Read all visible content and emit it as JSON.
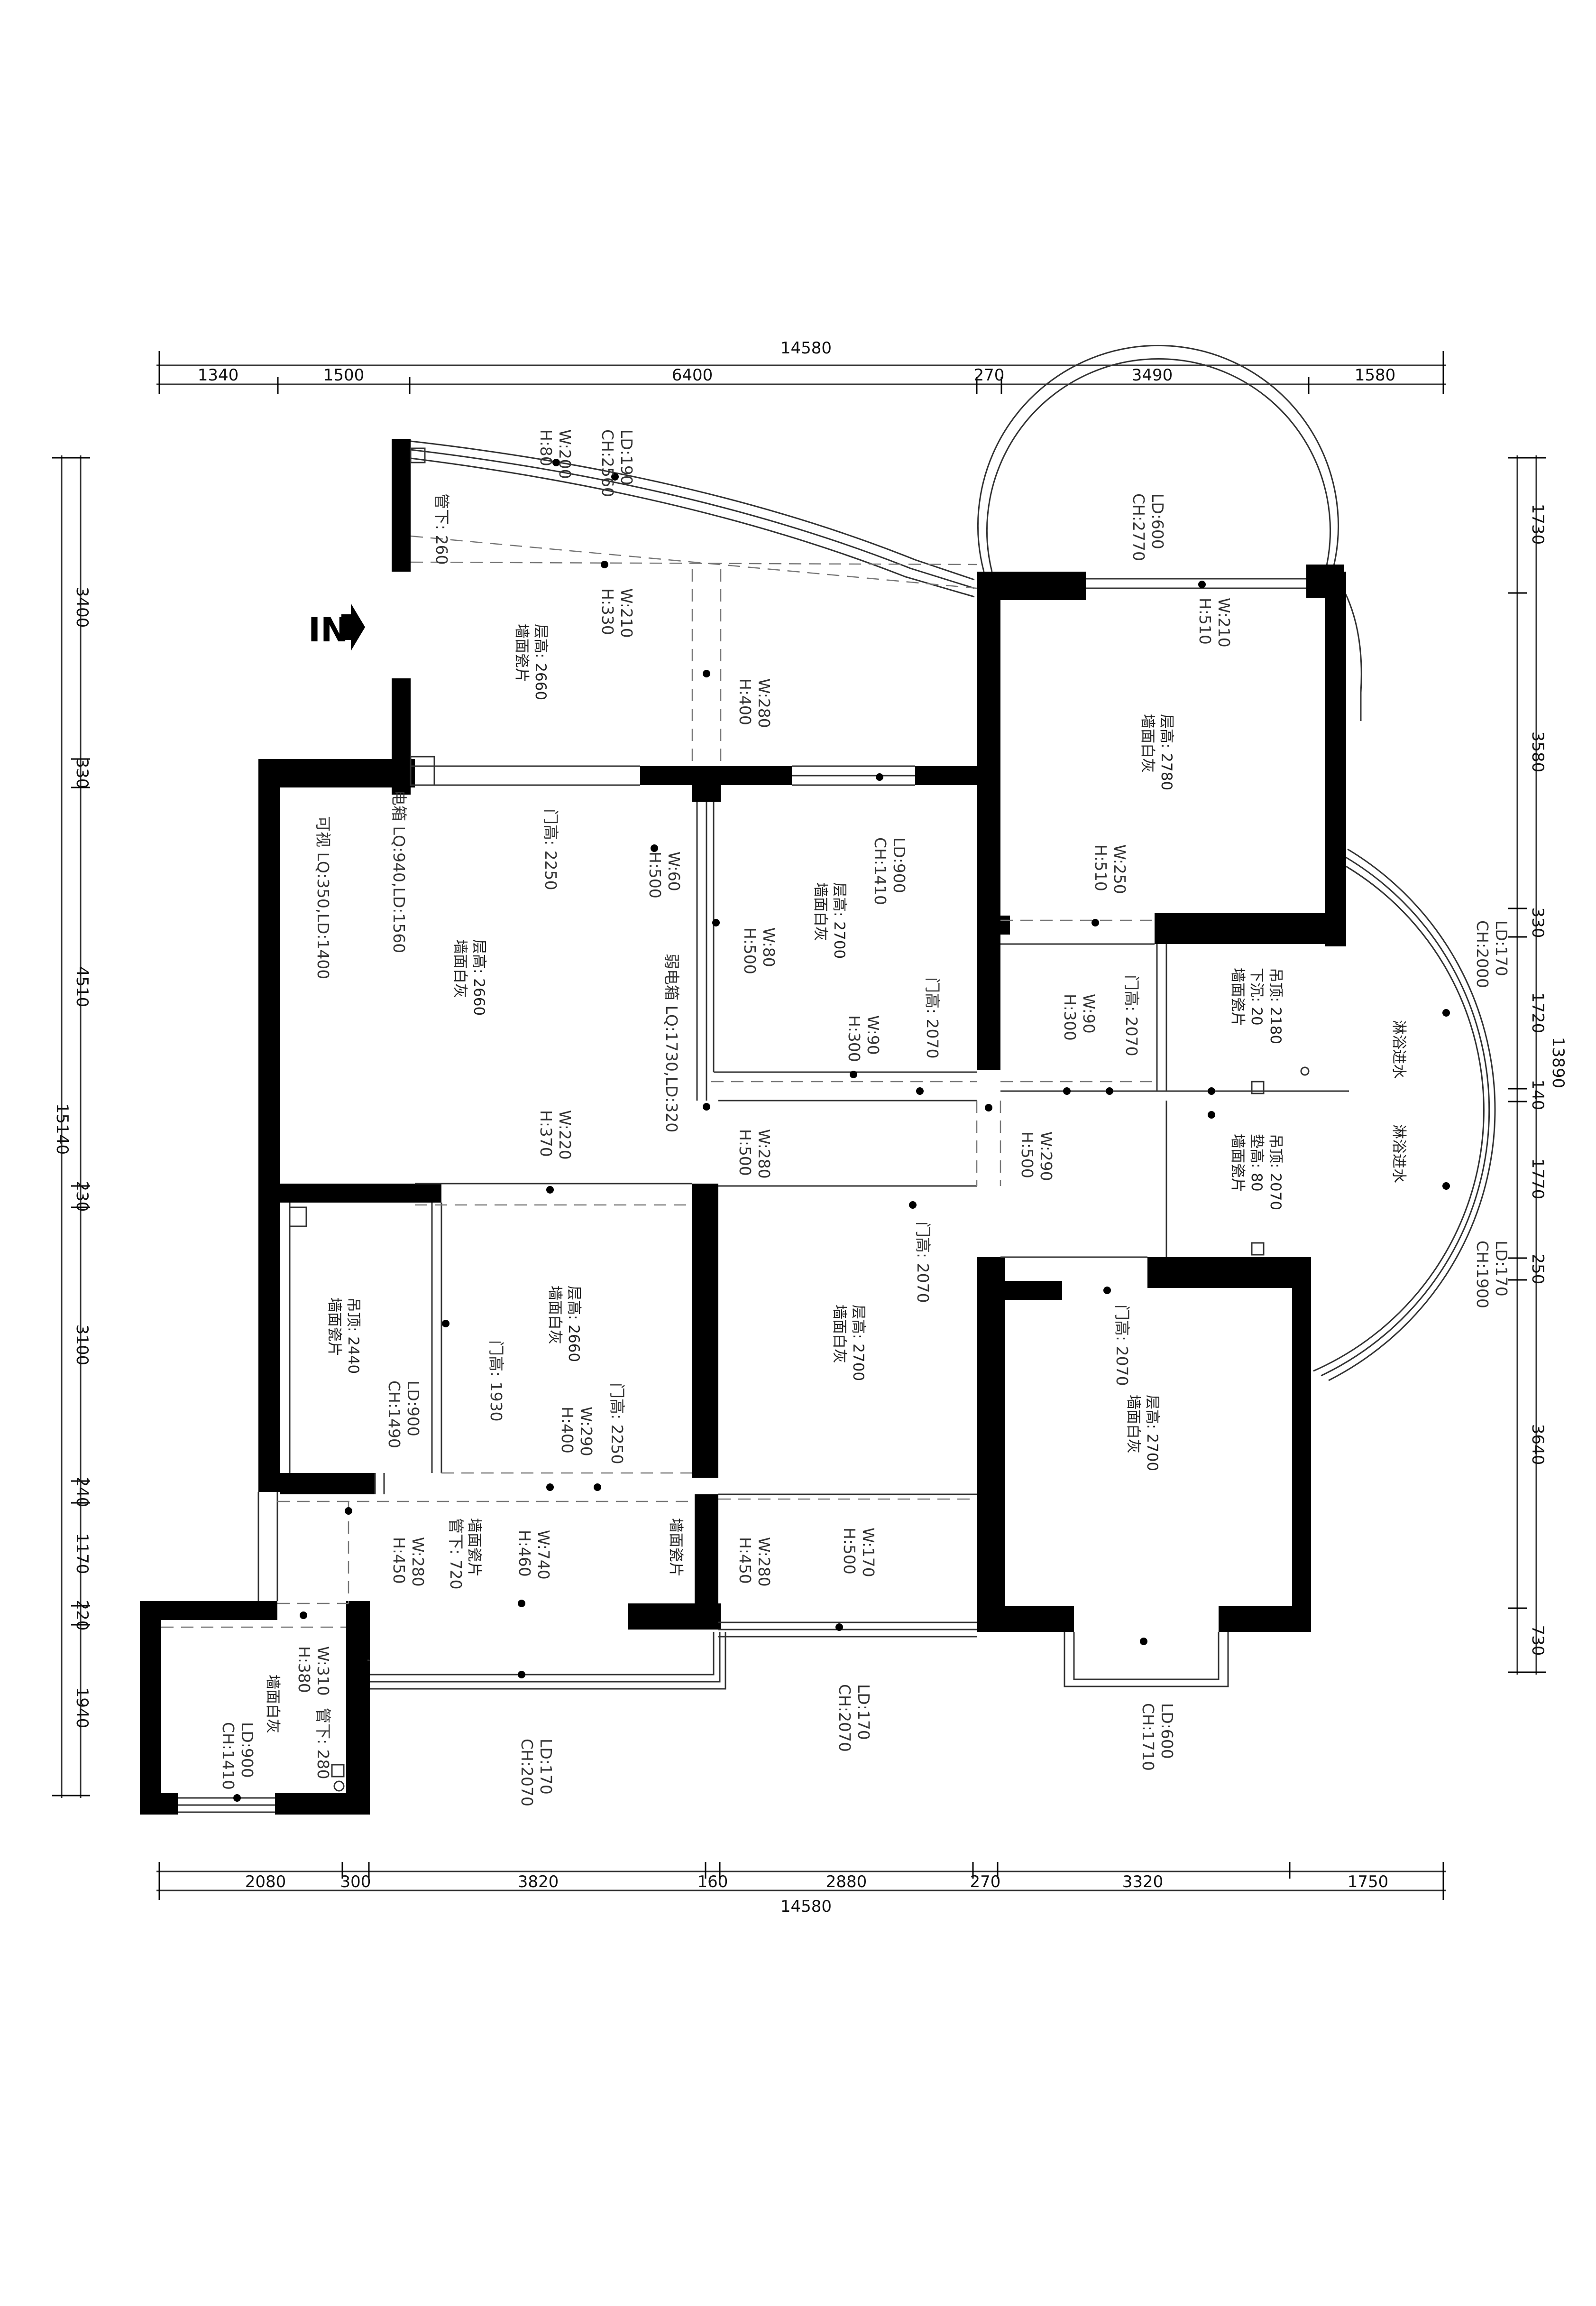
{
  "dims": {
    "top_total": "14580",
    "top": [
      "1340",
      "1500",
      "6400",
      "270",
      "3490",
      "1580"
    ],
    "bottom": [
      "2080",
      "300",
      "3820",
      "160",
      "2880",
      "270",
      "3320",
      "1750"
    ],
    "bottom_total": "14580",
    "left": [
      "3400",
      "330",
      "4510",
      "230",
      "3100",
      "240",
      "1170",
      "220",
      "1940"
    ],
    "left_total": "15140",
    "right": [
      "1730",
      "3580",
      "330",
      "1720",
      "140",
      "1770",
      "250",
      "3640",
      "730"
    ],
    "right_total": "13890"
  },
  "entrance": "IN",
  "labels": {
    "topbay_1": "LD:190",
    "topbay_2": "CH:2560",
    "topbay_3": "W:200",
    "topbay_4": "H:80",
    "pipe_260": "管下: 260",
    "ent_1": "W:210",
    "ent_2": "H:330",
    "ent_3": "层高: 2660",
    "ent_4": "墙面瓷片",
    "circ_1": "LD:600",
    "circ_2": "CH:2770",
    "br1_1": "W:210",
    "br1_2": "H:510",
    "br1_3": "层高: 2780",
    "br1_4": "墙面白灰",
    "w280_1": "W:280",
    "w280_2": "H:400",
    "liv_1": "电箱 LQ:940,LD:1560",
    "liv_2": "可视 LQ:350,LD:1400",
    "liv_3": "门高: 2250",
    "liv_4": "W:60",
    "liv_5": "H:500",
    "liv_6": "层高: 2660",
    "liv_7": "墙面白灰",
    "liv_8": "弱电箱 LQ:1730,LD:320",
    "liv_9": "W:220",
    "liv_10": "H:370",
    "mid_1": "LD:900",
    "mid_2": "CH:1410",
    "mid_3": "层高: 2700",
    "mid_4": "墙面白灰",
    "mid_5": "W:80",
    "mid_6": "H:500",
    "mid_7": "W:90",
    "mid_8": "H:300",
    "mid_9": "门高: 2070",
    "br1_5": "W:250",
    "br1_6": "H:510",
    "hall_1": "W:90",
    "hall_2": "H:300",
    "hall_3": "门高: 2070",
    "bath1_1": "吊顶: 2180",
    "bath1_2": "下沉: 20",
    "bath1_3": "墙面瓷片",
    "bath_arc_1": "LD:170",
    "bath_arc_2": "CH:2000",
    "shower_1": "淋浴进水",
    "shower_2": "淋浴进水",
    "bath2_1": "吊顶: 2070",
    "bath2_2": "垫高: 80",
    "bath2_3": "墙面瓷片",
    "arc2_1": "LD:170",
    "arc2_2": "CH:1900",
    "w280b_1": "W:280",
    "w280b_2": "H:500",
    "w290_1": "W:290",
    "w290_2": "H:500",
    "kit_1": "吊顶: 2440",
    "kit_2": "墙面瓷片",
    "kit_3": "LD:900",
    "kit_4": "CH:1490",
    "din_1": "层高: 2660",
    "din_2": "墙面白灰",
    "din_3": "门高: 1930",
    "din_4": "W:290",
    "din_5": "H:400",
    "din_6": "门高: 2250",
    "cen_1": "门高: 2070",
    "cen_2": "层高: 2700",
    "cen_3": "墙面白灰",
    "br3_1": "门高: 2070",
    "br3_2": "层高: 2700",
    "br3_3": "墙面白灰",
    "corr_1": "墙面瓷片",
    "corr_2": "管下: 720",
    "corr_3": "W:280",
    "corr_4": "H:450",
    "corr_5": "W:740",
    "corr_6": "H:460",
    "corr_7": "墙面瓷片",
    "corr_8": "W:280",
    "corr_9": "H:450",
    "corr_10": "W:170",
    "corr_11": "H:500",
    "bal_1": "LD:170",
    "bal_2": "CH:2070",
    "bal_3": "LD:170",
    "bal_4": "CH:2070",
    "bay_1": "LD:600",
    "bay_2": "CH:1710",
    "sm_1": "W:310",
    "sm_2": "H:380",
    "sm_3": "管下: 280",
    "sm_4": "墙面白灰",
    "sm_5": "LD:900",
    "sm_6": "CH:1410"
  }
}
